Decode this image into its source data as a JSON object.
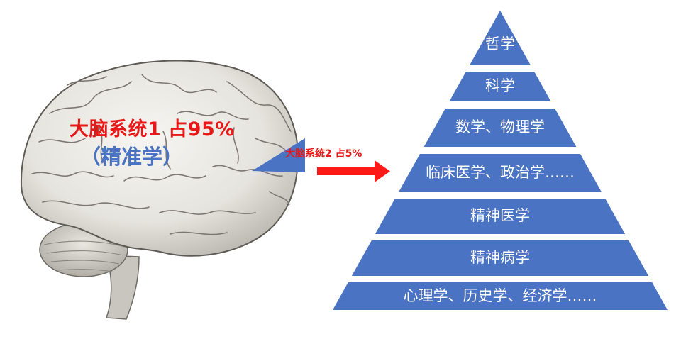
{
  "brain": {
    "system1_label": "大脑系统1 占95%",
    "system1_sub": "（精准学）",
    "system2_label": "大脑系统2 占5%"
  },
  "colors": {
    "red": "#e81818",
    "blue": "#4a73c4",
    "tier_fill": "#4a73c4",
    "arrow": "#ff1a1a"
  },
  "pyramid": {
    "tiers": [
      "哲学",
      "科学",
      "数学、物理学",
      "临床医学、政治学……",
      "精神医学",
      "精神病学",
      "心理学、历史学、经济学……"
    ]
  }
}
